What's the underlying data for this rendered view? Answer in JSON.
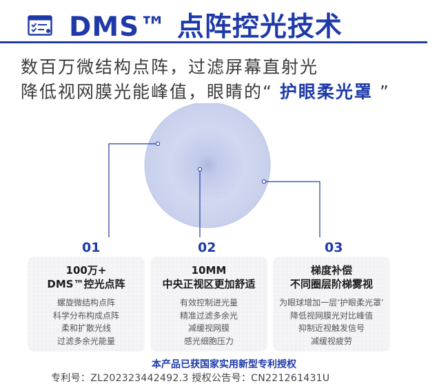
{
  "header": {
    "title": "DMS™ 点阵控光技术",
    "icon": "checklist-icon"
  },
  "description": {
    "line1": "数百万微结构点阵，过滤屏幕直射光",
    "line2_prefix": "降低视网膜光能峰值，眼睛的",
    "line2_open_quote": "“",
    "line2_emphasis": "护眼柔光罩",
    "line2_close_quote": "”"
  },
  "colors": {
    "brand_blue": "#1f3aa8",
    "card_bg": "#f4f4f6",
    "lens": "#c9d2ee"
  },
  "features": [
    {
      "number": "01",
      "title1": "100万+",
      "title2": "DMS™控光点阵",
      "items": [
        "螺旋微结构点阵",
        "科学分布构成点阵",
        "柔和扩散光线",
        "过滤多余光能量"
      ]
    },
    {
      "number": "02",
      "title1": "10MM",
      "title2": "中央正视区更加舒适",
      "items": [
        "有效控制进光量",
        "精准过滤多余光",
        "减缓视网膜",
        "感光细胞压力"
      ]
    },
    {
      "number": "03",
      "title1": "梯度补偿",
      "title2": "不同圈层阶梯雾视",
      "items": [
        "为眼球增加一层‘护眼柔光罩’",
        "降低视网膜光对比峰值",
        "抑制近视触发信号",
        "减缓视疲劳"
      ]
    }
  ],
  "patent": {
    "title": "本产品已获国家实用新型专利授权",
    "info": "专利号：ZL202323442492.3  授权公告号：CN221261431U"
  }
}
